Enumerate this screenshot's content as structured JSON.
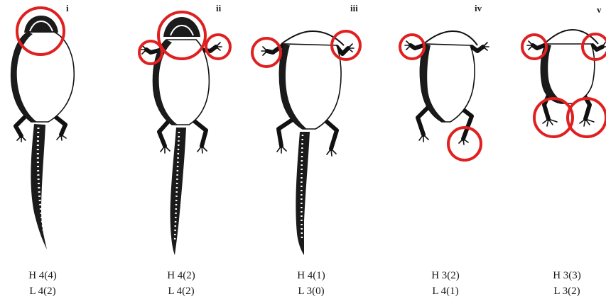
{
  "panels": [
    {
      "numeral": "i",
      "h": "H 4(4)",
      "l": "L 4(2)"
    },
    {
      "numeral": "ii",
      "h": "H 4(2)",
      "l": "L 4(2)"
    },
    {
      "numeral": "iii",
      "h": "H 4(1)",
      "l": "L 3(0)"
    },
    {
      "numeral": "iv",
      "h": "H 3(2)",
      "l": "L 4(1)"
    },
    {
      "numeral": "v",
      "h": "H 3(3)",
      "l": "L 3(2)"
    }
  ],
  "colors": {
    "highlight": "#e02020",
    "ink": "#1b1b1b",
    "background": "#ffffff"
  },
  "icons": [
    "dorsal-lizard-drawing",
    "highlight-circle"
  ]
}
